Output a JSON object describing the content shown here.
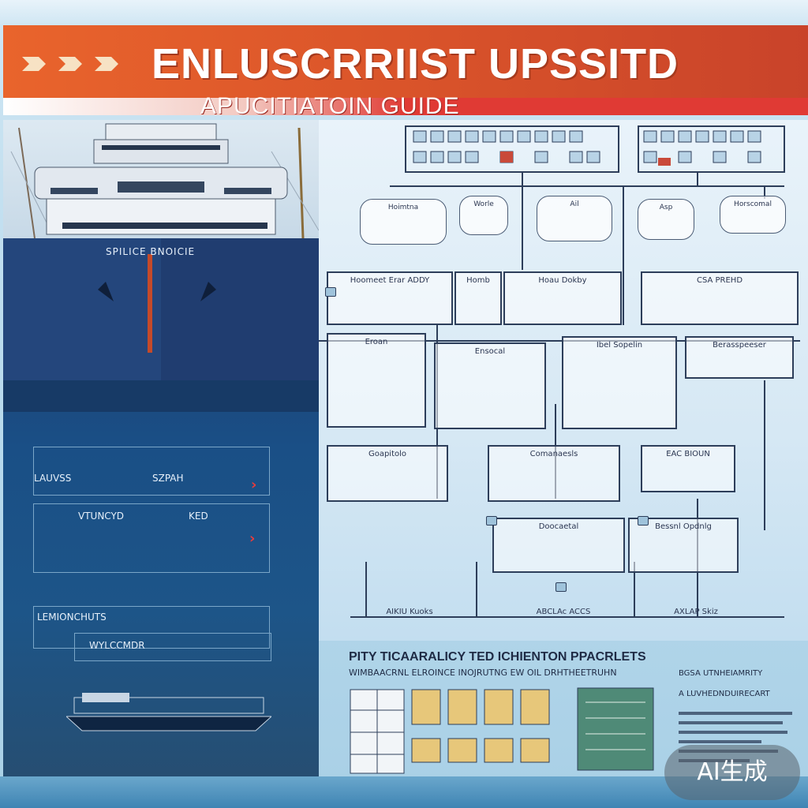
{
  "banner": {
    "title": "ENLUSCRRIIST UPSSITD",
    "subtitle": "APUCITIATOIN GUIDE"
  },
  "ship": {
    "hull_label": "SPILICE BNOICIE"
  },
  "left_rows": [
    {
      "left_text": "LAUVSS",
      "right_text": "SZPAH"
    },
    {
      "left_text": "VTUNCYD",
      "right_text": "KED"
    },
    {
      "left_text": "LEMIONCHUTS",
      "right_text": ""
    },
    {
      "left_text": "WYLCCMDR",
      "right_text": ""
    }
  ],
  "diagram": {
    "top_cloud_labels": [
      "Hoimtna",
      "Worle",
      "Ail",
      "Asp",
      "Horscomal"
    ],
    "row1_labels": [
      "Hoomeet Erar ADDY",
      "Homb",
      "Hoau Dokby",
      "CSA PREHD"
    ],
    "row2_labels": [
      "Eroan",
      "Ensocal",
      "Ibel Sopelin",
      "Berasspeeser"
    ],
    "row3_labels": [
      "Goapitolo",
      "Comanaesls",
      "EAC BIOUN"
    ],
    "row4_labels": [
      "Doocaetal",
      "Bessnl Opdnlg"
    ],
    "row5_labels": [
      "AIKIU Kuoks",
      "ABCLAc ACCS",
      "AXLAP Skiz"
    ]
  },
  "bottom": {
    "title": "PITY TICAARALICY TED ICHIENTON PPACRLETS",
    "subtitle": "WIMBAACRNL ELROINCE INOJRUTNG EW OIL DRHTHEETRUHN",
    "right_title": "BGSA UTNHEIAMRITY",
    "right_subtitle": "A LUVHEDNDUIRECART"
  },
  "watermark": {
    "text": "AI生成"
  },
  "colors": {
    "banner_orange": "#e9642c",
    "banner_red": "#e03a34",
    "navy": "#1a4f86",
    "line": "#2d3e5a"
  }
}
